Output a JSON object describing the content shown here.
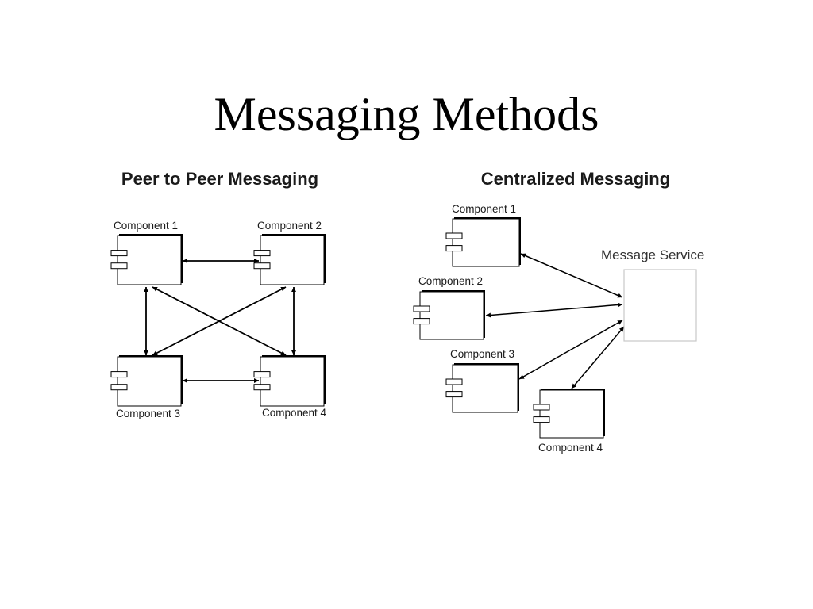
{
  "slide": {
    "title": "Messaging Methods"
  },
  "peer": {
    "title": "Peer to Peer Messaging",
    "components": [
      {
        "id": "c1",
        "label": "Component 1"
      },
      {
        "id": "c2",
        "label": "Component 2"
      },
      {
        "id": "c3",
        "label": "Component 3"
      },
      {
        "id": "c4",
        "label": "Component 4"
      }
    ],
    "links": [
      [
        "c1",
        "c2"
      ],
      [
        "c1",
        "c3"
      ],
      [
        "c2",
        "c4"
      ],
      [
        "c3",
        "c4"
      ],
      [
        "c1",
        "c4"
      ],
      [
        "c2",
        "c3"
      ]
    ]
  },
  "central": {
    "title": "Centralized Messaging",
    "components": [
      {
        "id": "c1",
        "label": "Component 1"
      },
      {
        "id": "c2",
        "label": "Component 2"
      },
      {
        "id": "c3",
        "label": "Component 3"
      },
      {
        "id": "c4",
        "label": "Component 4"
      }
    ],
    "service_label": "Message Service",
    "links": [
      [
        "c1",
        "service"
      ],
      [
        "c2",
        "service"
      ],
      [
        "c3",
        "service"
      ],
      [
        "c4",
        "service"
      ]
    ]
  },
  "colors": {
    "line": "#000000",
    "box_border": "#000000",
    "service_border": "#c8c8c8",
    "text": "#1a1a1a"
  }
}
